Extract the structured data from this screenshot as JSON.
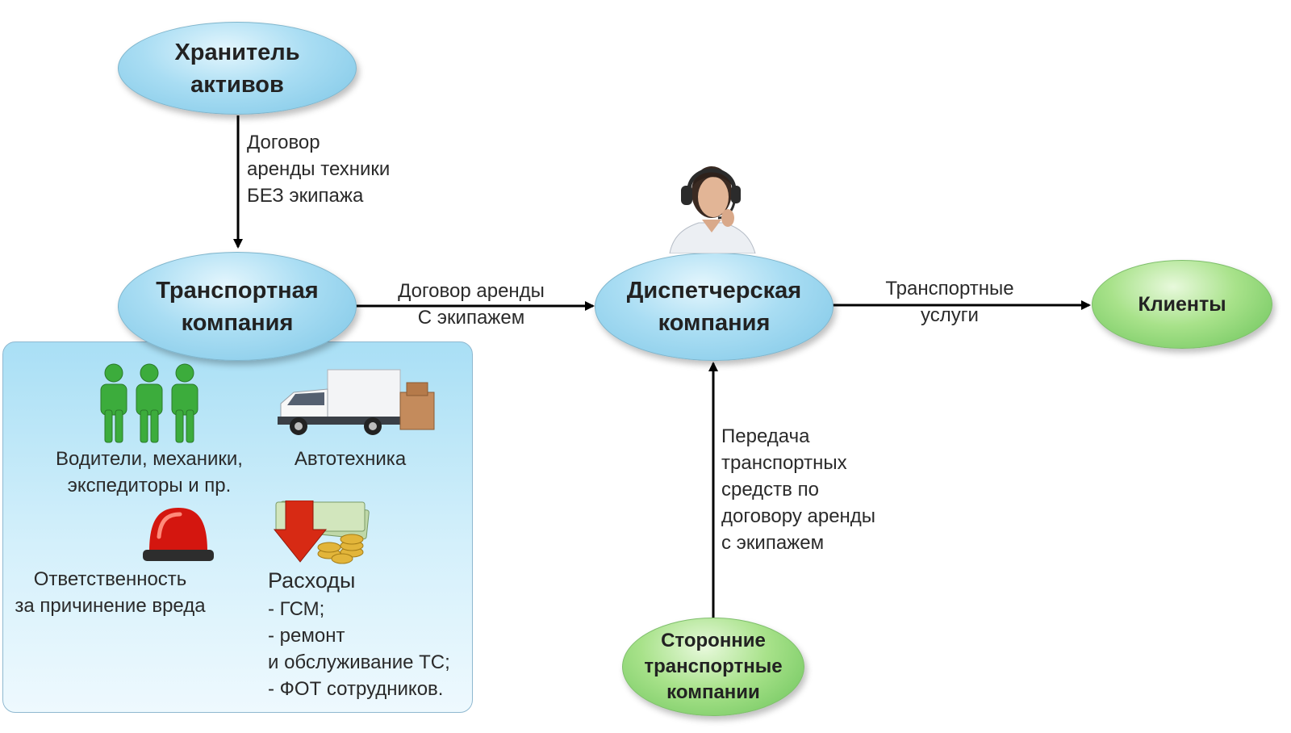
{
  "nodes": {
    "asset_keeper": "Хранитель\nактивов",
    "transport_company": "Транспортная\nкомпания",
    "dispatch_company": "Диспетчерская\nкомпания",
    "clients": "Клиенты",
    "third_party": "Сторонние\nтранспортные\nкомпании"
  },
  "edges": {
    "keeper_to_transport": "Договор\nаренды техники\nБЕЗ экипажа",
    "transport_to_dispatch": "Договор аренды\nС экипажем",
    "dispatch_to_clients": "Транспортные\nуслуги",
    "third_party_to_dispatch": "Передача\nтранспортных\nсредств по\nдоговору аренды\nс экипажем"
  },
  "panel": {
    "staff": "Водители, механики,\nэкспедиторы и пр.",
    "vehicles": "Автотехника",
    "liability": "Ответственность\nза причинение вреда",
    "expenses_title": "Расходы",
    "expenses_items": "-  ГСМ;\n-  ремонт\nи обслуживание ТС;\n-  ФОТ сотрудников."
  },
  "colors": {
    "blue_node": "#a9ddf3",
    "green_node": "#a8e28a",
    "panel": "#c7ebf9",
    "arrow": "#000000"
  },
  "icons": [
    "people-icon",
    "truck-icon",
    "siren-icon",
    "money-icon",
    "operator-icon"
  ]
}
